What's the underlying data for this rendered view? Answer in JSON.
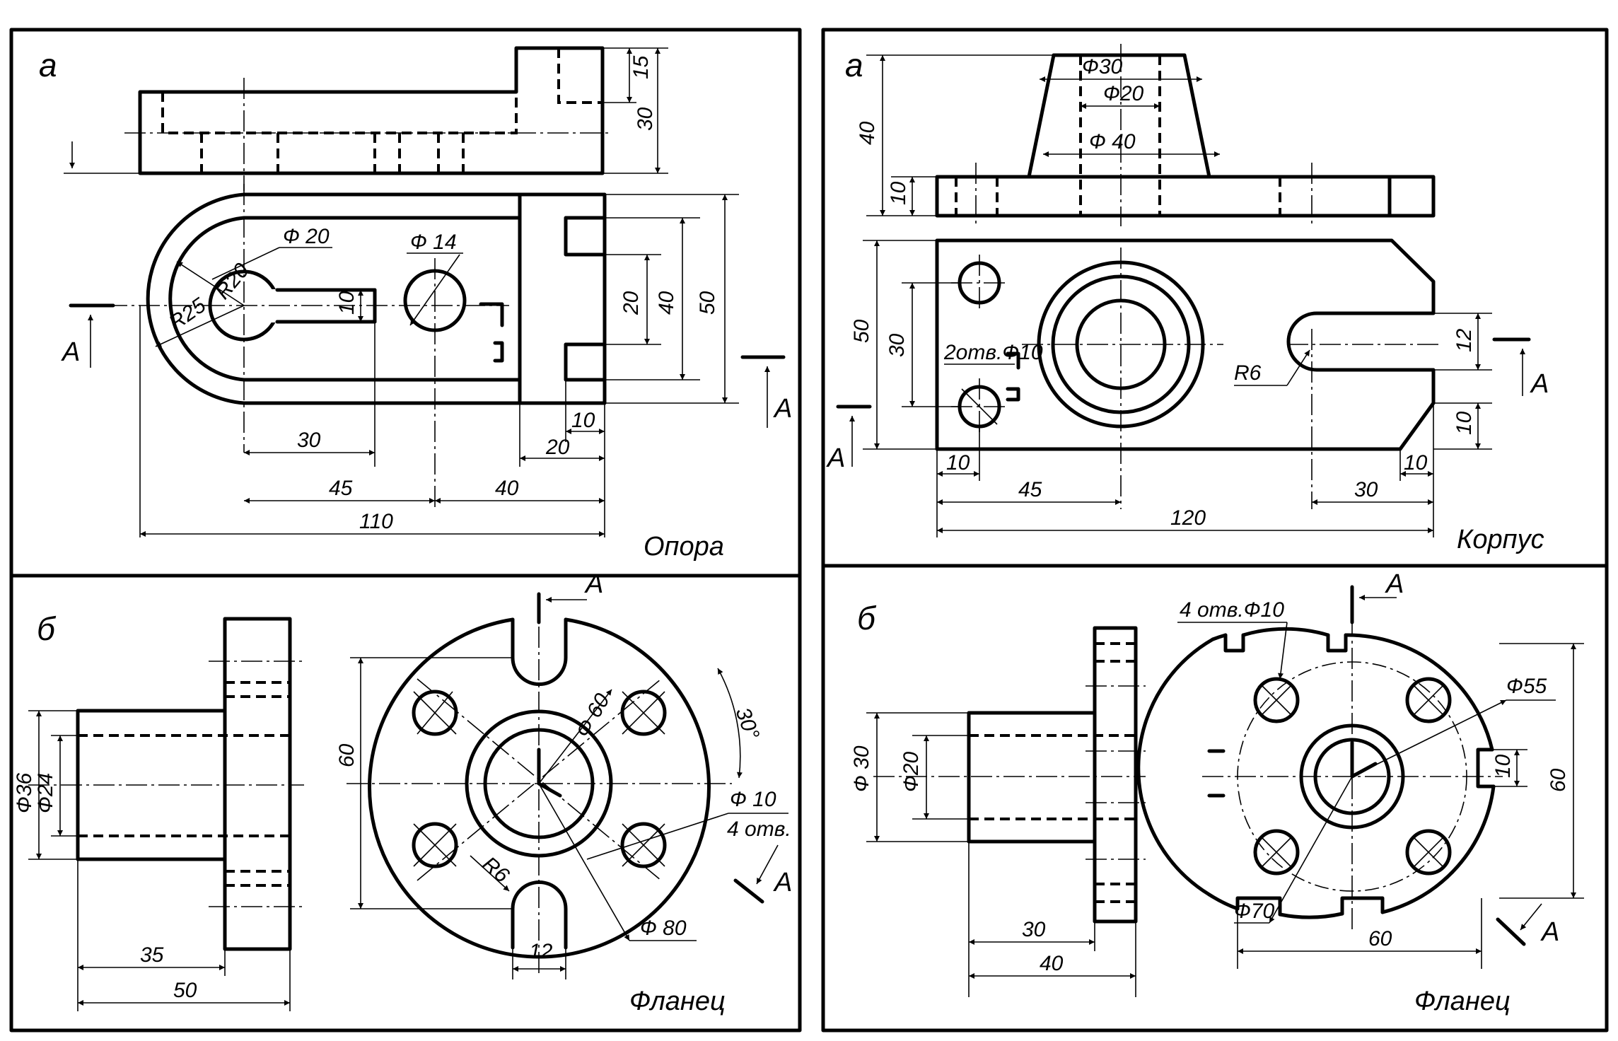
{
  "panel_tl": {
    "view_label": "а",
    "title": "Опора",
    "section_mark": "А",
    "dims": {
      "d15": "15",
      "d30v": "30",
      "phi20": "Ф 20",
      "phi14": "Ф 14",
      "r20": "R20",
      "r25": "R25",
      "d10": "10",
      "d20": "20",
      "d40": "40",
      "d50": "50",
      "d10b": "10",
      "d20b": "20",
      "d30": "30",
      "d45": "45",
      "d40b": "40",
      "d110": "110"
    }
  },
  "panel_tr": {
    "view_label": "а",
    "title": "Корпус",
    "section_mark": "А",
    "dims": {
      "phi30": "Ф30",
      "phi20": "Ф20",
      "phi40": "Ф 40",
      "d40": "40",
      "d10": "10",
      "d50": "50",
      "d30v": "30",
      "holes": "2отв.Ф10",
      "r6": "R6",
      "d12": "12",
      "d10r": "10",
      "d10a": "10",
      "d45": "45",
      "d30": "30",
      "d10b": "10",
      "d120": "120"
    }
  },
  "panel_bl": {
    "view_label": "б",
    "title": "Фланец",
    "section_mark": "А",
    "dims": {
      "phi36": "Ф36",
      "phi24": "Ф24",
      "d35": "35",
      "d50": "50",
      "d60": "60",
      "phi60": "Ф 60",
      "a30": "30°",
      "phi10": "Ф 10",
      "holes": "4 отв.",
      "r6": "R6",
      "d12": "12",
      "phi80": "Ф 80"
    }
  },
  "panel_br": {
    "view_label": "б",
    "title": "Фланец",
    "section_mark": "А",
    "dims": {
      "holes": "4 отв.Ф10",
      "phi55": "Ф55",
      "phi30": "Ф 30",
      "phi20": "Ф20",
      "d10": "10",
      "d60v": "60",
      "d30": "30",
      "d40": "40",
      "phi70": "Ф70",
      "d60": "60"
    }
  }
}
